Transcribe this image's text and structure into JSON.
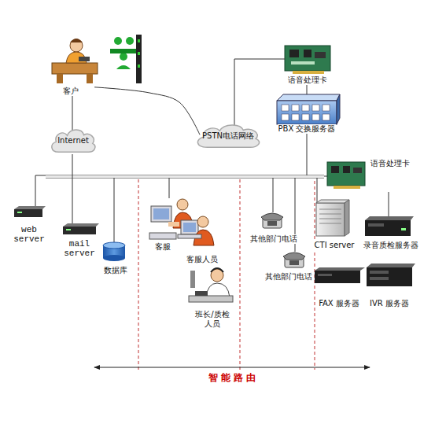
{
  "diagram": {
    "nodes": [
      {
        "text": [
          "客户"
        ]
      },
      {
        "text": [
          "Internet"
        ]
      },
      {
        "text": [
          "PSTN电话网络"
        ]
      },
      {
        "text": [
          "语音处理卡"
        ]
      },
      {
        "text": [
          "PBX 交换服务器"
        ]
      },
      {
        "text": [
          "语音处理卡"
        ]
      },
      {
        "text": [
          "web server"
        ]
      },
      {
        "text": [
          "mail server"
        ]
      },
      {
        "text": [
          "数据库"
        ]
      },
      {
        "text": [
          "客服",
          "客服人员"
        ]
      },
      {
        "text": [
          "其他部门电话"
        ]
      },
      {
        "text": [
          "CTI server"
        ]
      },
      {
        "text": [
          "录音质检服务器"
        ]
      },
      {
        "text": [
          "其他部门电话"
        ]
      },
      {
        "text": [
          "班长/质检人员"
        ]
      },
      {
        "text": [
          "FAX 服务器"
        ]
      },
      {
        "text": [
          "IVR 服务器"
        ]
      }
    ],
    "edges": [
      {
        "from": 0,
        "to": 1,
        "arrow": "none"
      },
      {
        "from": 0,
        "to": 2,
        "arrow": "none"
      },
      {
        "from": 2,
        "to": 3,
        "arrow": "none"
      },
      {
        "from": 3,
        "to": 4,
        "arrow": "none"
      },
      {
        "from": 5,
        "to": 12,
        "arrow": "none"
      }
    ],
    "labels": [
      "智 能 路 由"
    ]
  }
}
